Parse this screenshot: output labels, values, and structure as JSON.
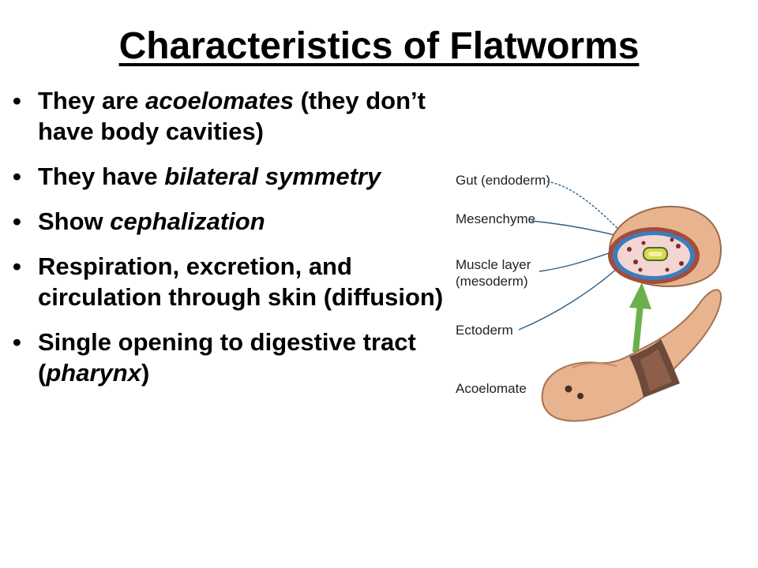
{
  "title": "Characteristics of Flatworms",
  "bullets": [
    {
      "parts": [
        {
          "text": "They are "
        },
        {
          "text": "acoelomates",
          "italic": true
        },
        {
          "text": " (they don’t have body cavities)"
        }
      ]
    },
    {
      "parts": [
        {
          "text": "They have "
        },
        {
          "text": "bilateral symmetry",
          "italic": true
        }
      ]
    },
    {
      "parts": [
        {
          "text": "Show "
        },
        {
          "text": "cephalization",
          "italic": true
        }
      ]
    },
    {
      "parts": [
        {
          "text": "Respiration, excretion, and circulation through skin (diffusion)"
        }
      ]
    },
    {
      "parts": [
        {
          "text": "Single opening to digestive tract ("
        },
        {
          "text": "pharynx",
          "italic": true
        },
        {
          "text": ")"
        }
      ]
    }
  ],
  "diagram": {
    "labels": {
      "gut": "Gut (endoderm)",
      "mesenchyme": "Mesenchyme",
      "muscle": "Muscle layer",
      "muscle_sub": "(mesoderm)",
      "ectoderm": "Ectoderm",
      "acoelomate": "Acoelomate"
    },
    "colors": {
      "body": "#e8b48f",
      "body_dark": "#c98d66",
      "band": "#6e4a3a",
      "ectoderm": "#a44c3a",
      "muscle": "#3b7dbf",
      "mesenchyme": "#f3d5d2",
      "gut": "#d8d84a",
      "arrow": "#6ab04c"
    }
  }
}
